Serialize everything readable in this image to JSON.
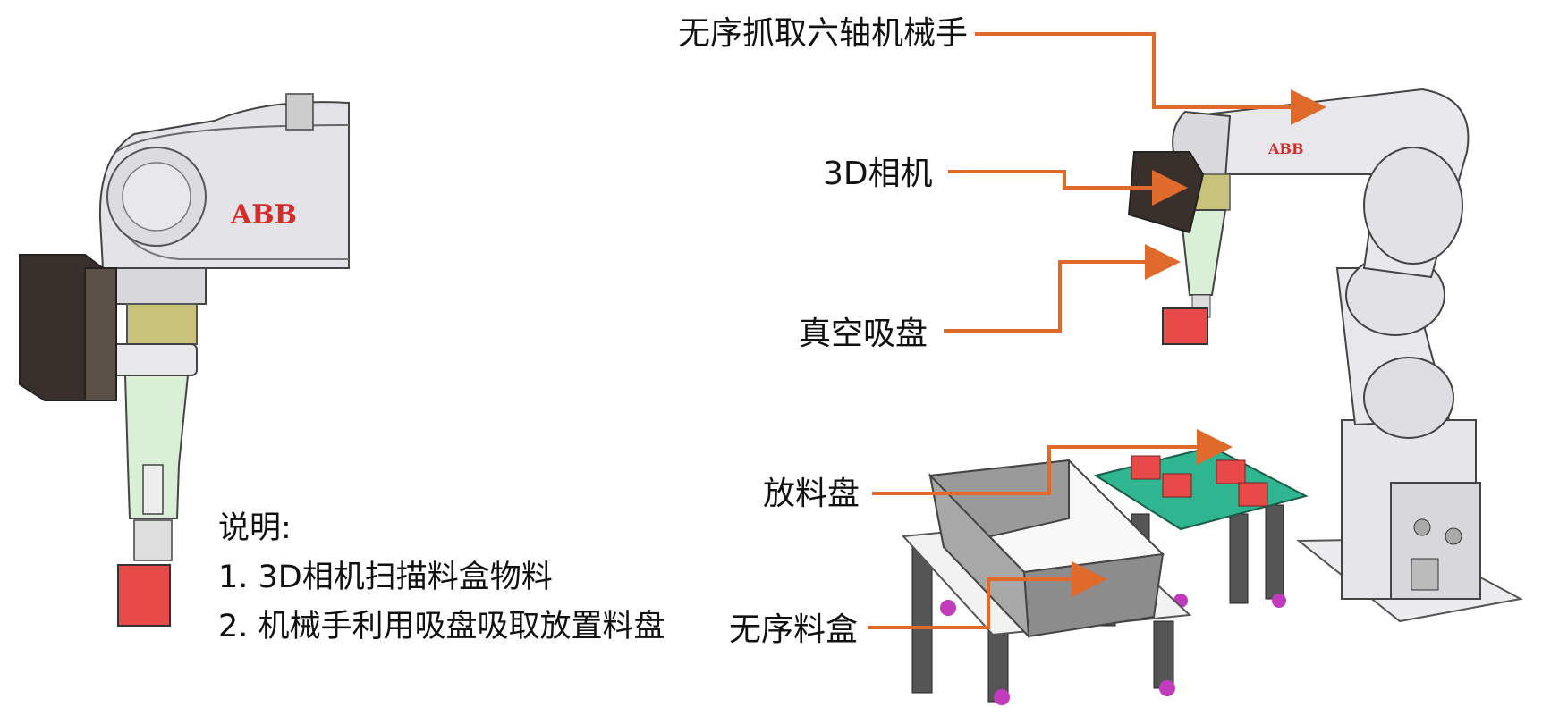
{
  "labels": {
    "robot_arm": "无序抓取六轴机械手",
    "camera": "3D相机",
    "suction": "真空吸盘",
    "place_tray": "放料盘",
    "bin": "无序料盒"
  },
  "brand": "ABB",
  "notes": {
    "title": "说明:",
    "line1": "1. 3D相机扫描料盒物料",
    "line2": "2. 机械手利用吸盘吸取放置料盘"
  },
  "colors": {
    "arrow": "#e06a2b",
    "robot_body": "#e8e8ec",
    "camera": "#3a302b",
    "part": "#e84a4a",
    "tray": "#2fb58f",
    "tool": "#d9f0d6",
    "feet": "#c23bbf"
  }
}
